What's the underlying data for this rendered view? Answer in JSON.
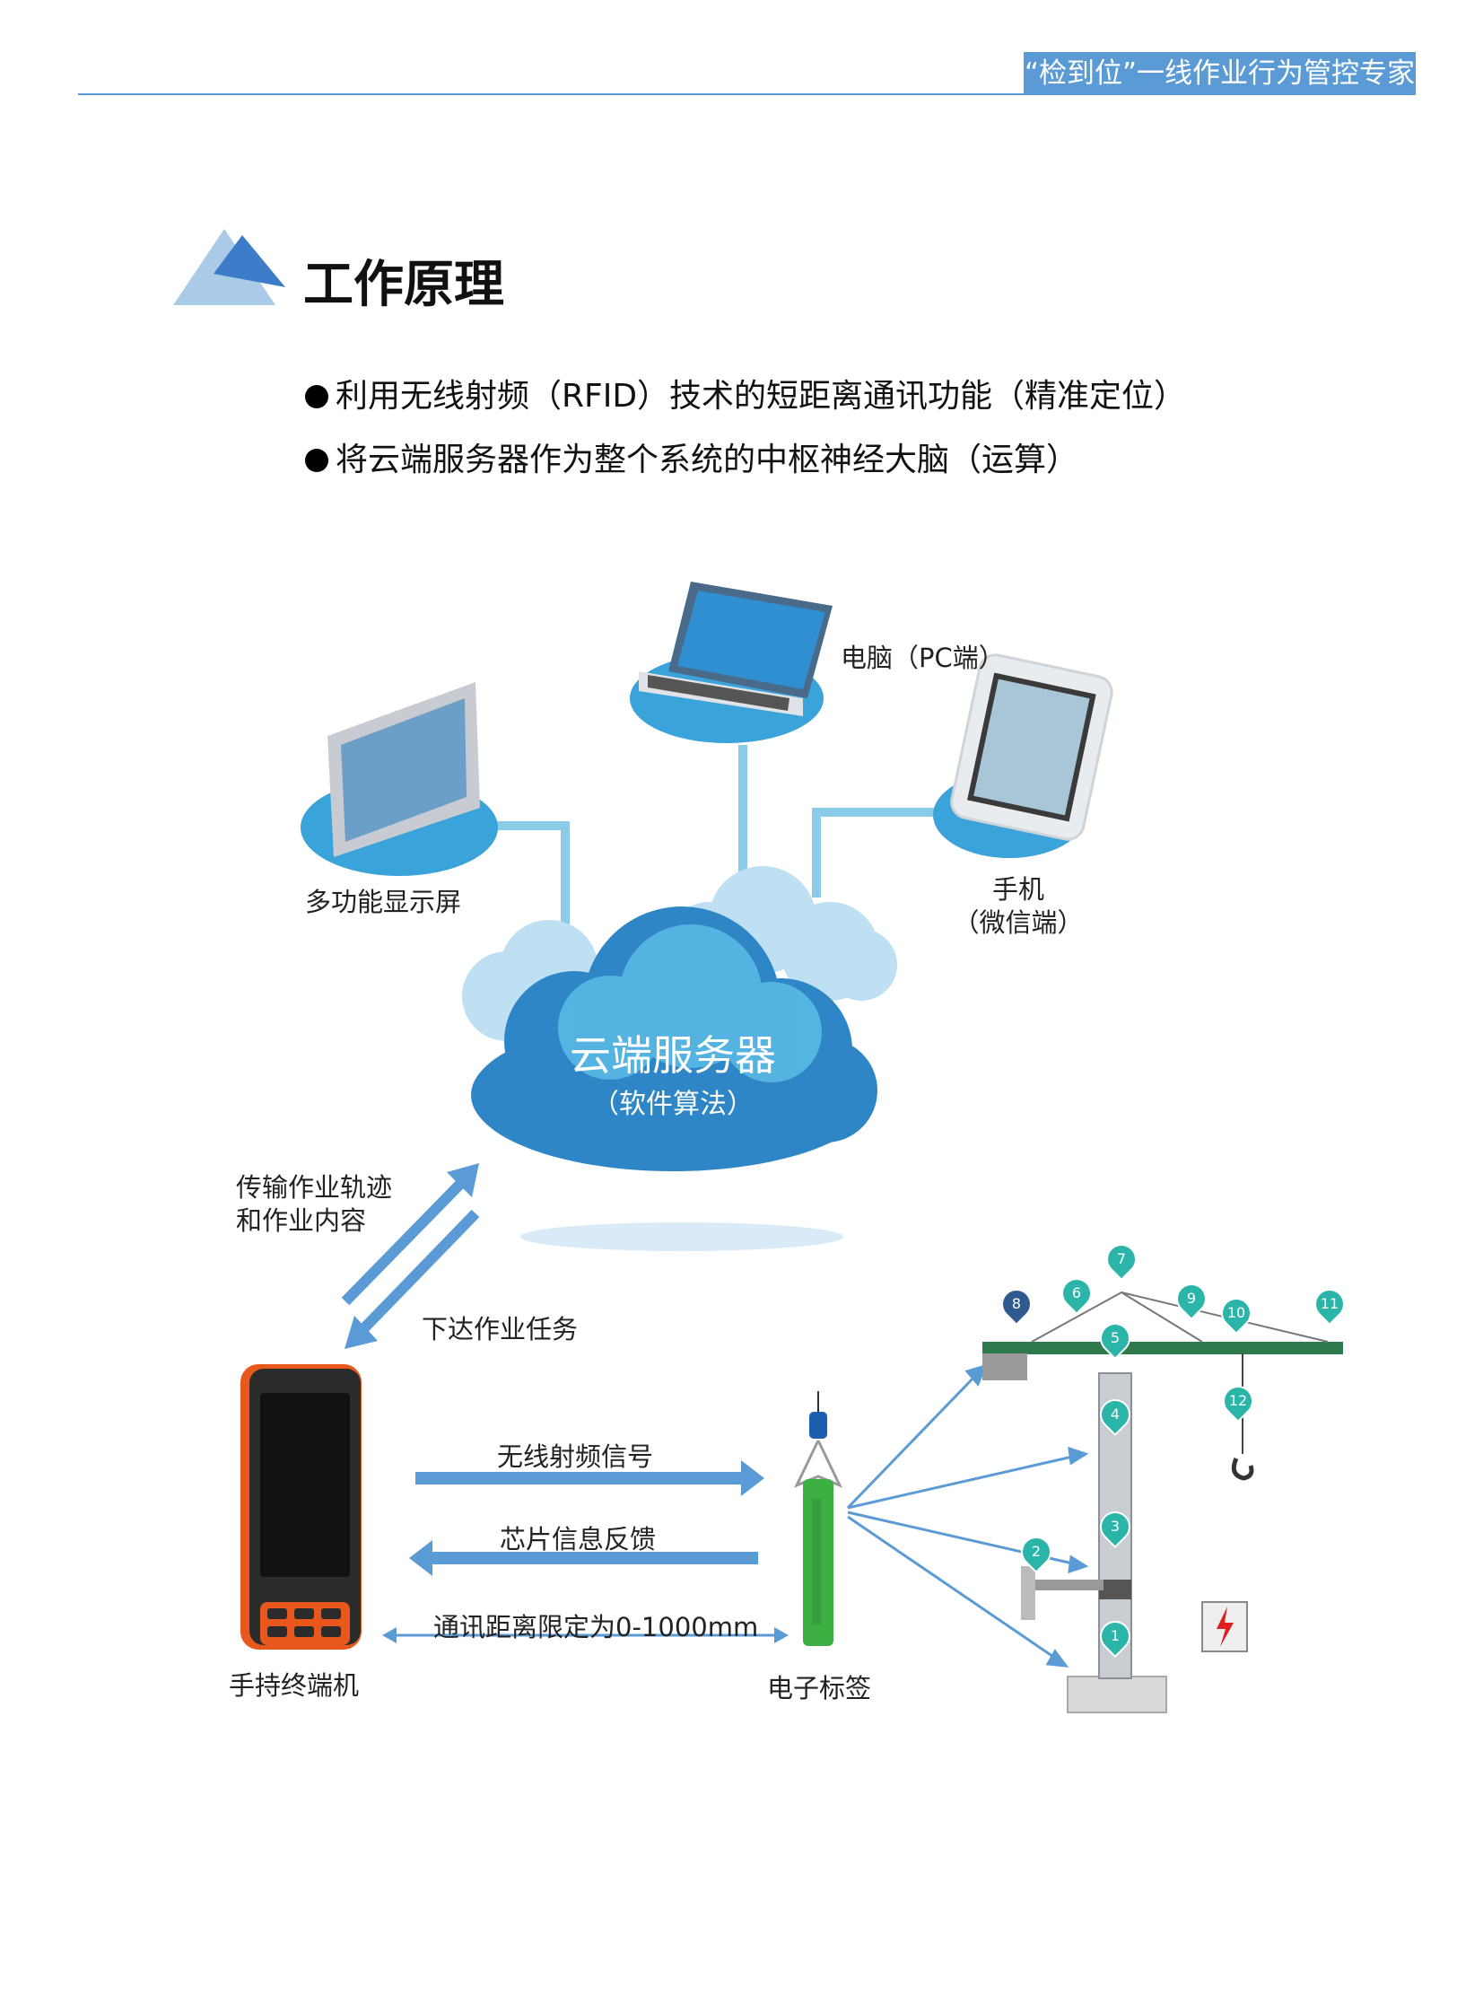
{
  "header": {
    "tag": "“检到位”一线作业行为管控专家"
  },
  "section": {
    "title": "工作原理"
  },
  "bullets": [
    "利用无线射频（RFID）技术的短距离通讯功能（精准定位）",
    "将云端服务器作为整个系统的中枢神经大脑（运算）"
  ],
  "diagram": {
    "cloud_title": "云端服务器",
    "cloud_subtitle": "（软件算法）",
    "pc_label": "电脑（PC端）",
    "display_label": "多功能显示屏",
    "phone_label_1": "手机",
    "phone_label_2": "（微信端）",
    "upload_label_1": "传输作业轨迹",
    "upload_label_2": "和作业内容",
    "download_label": "下达作业任务",
    "rf_signal_label": "无线射频信号",
    "chip_feedback_label": "芯片信息反馈",
    "distance_label": "通讯距离限定为0-1000mm",
    "handheld_label": "手持终端机",
    "tag_label": "电子标签",
    "crane_points": [
      "1",
      "2",
      "3",
      "4",
      "5",
      "6",
      "7",
      "8",
      "9",
      "10",
      "11",
      "12"
    ]
  },
  "colors": {
    "accent": "#5b9bd5",
    "cloud": "#2f86c6",
    "pin": "#2bb5a8",
    "pin_dark": "#2e5a8f",
    "tag_green": "#3cb043",
    "phone_orange": "#e8581c"
  }
}
